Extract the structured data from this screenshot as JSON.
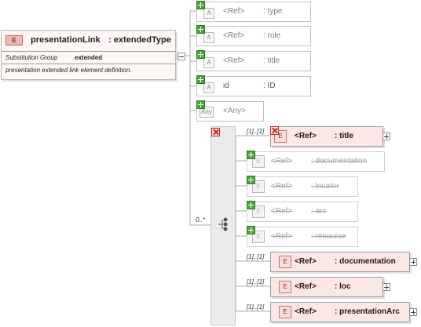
{
  "main_element": {
    "badge": "E",
    "name": "presentationLink",
    "type": ": extendedType",
    "substitution_label": "Substitution Group",
    "substitution_value": "extended",
    "description": "presentation extended link element definition."
  },
  "attributes": [
    {
      "badge": "A",
      "ref": "<Ref>",
      "name": ": type"
    },
    {
      "badge": "A",
      "ref": "<Ref>",
      "name": ": role"
    },
    {
      "badge": "A",
      "ref": "<Ref>",
      "name": ": title"
    },
    {
      "badge": "A",
      "ref": "id",
      "name": ": ID"
    }
  ],
  "any_attribute": {
    "badge": "Any",
    "label": "<Any>"
  },
  "choice_occurrence": "0..*",
  "choice_elements": [
    {
      "occurrence": "[1]..[1]",
      "badge": "E",
      "ref": "<Ref>",
      "name": ": title",
      "state": "active"
    },
    {
      "occurrence": "",
      "badge": "E",
      "ref": "<Ref>",
      "name": ": documentation",
      "state": "prohibited"
    },
    {
      "occurrence": "",
      "badge": "E",
      "ref": "<Ref>",
      "name": ": locator",
      "state": "prohibited"
    },
    {
      "occurrence": "",
      "badge": "E",
      "ref": "<Ref>",
      "name": ": arc",
      "state": "prohibited"
    },
    {
      "occurrence": "",
      "badge": "E",
      "ref": "<Ref>",
      "name": ": resource",
      "state": "prohibited"
    },
    {
      "occurrence": "[1]..[1]",
      "badge": "E",
      "ref": "<Ref>",
      "name": ": documentation",
      "state": "active"
    },
    {
      "occurrence": "[1]..[1]",
      "badge": "E",
      "ref": "<Ref>",
      "name": ": loc",
      "state": "active"
    },
    {
      "occurrence": "[1]..[1]",
      "badge": "E",
      "ref": "<Ref>",
      "name": ": presentationArc",
      "state": "active"
    }
  ],
  "colors": {
    "element_fill": "#fbe7e5",
    "badge_fill": "#f4b8b4",
    "add_icon": "#4ea43c",
    "remove_icon": "#c12a22"
  }
}
